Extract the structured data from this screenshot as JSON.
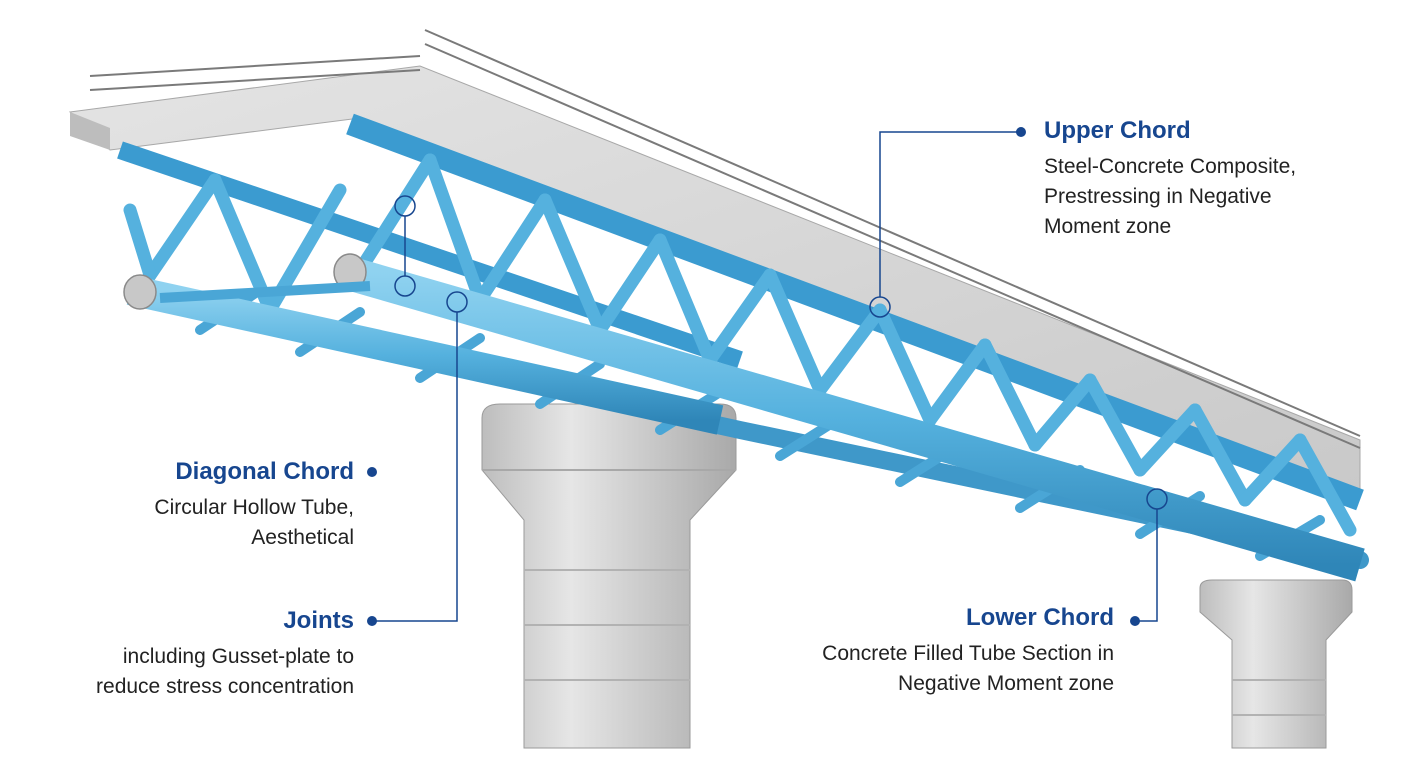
{
  "colors": {
    "accent": "#17468f",
    "steel": "#5ab6e0",
    "steel_dark": "#2e8fc2",
    "concrete": "#d6d6d6"
  },
  "callouts": {
    "upper_chord": {
      "title": "Upper Chord",
      "desc": [
        "Steel-Concrete Composite,",
        "Prestressing in Negative",
        "Moment zone"
      ]
    },
    "diagonal_chord": {
      "title": "Diagonal Chord",
      "desc": [
        "Circular Hollow Tube,",
        "Aesthetical"
      ]
    },
    "joints": {
      "title": "Joints",
      "desc": [
        "including Gusset-plate to",
        "reduce stress concentration"
      ]
    },
    "lower_chord": {
      "title": "Lower Chord",
      "desc": [
        "Concrete Filled Tube Section in",
        "Negative Moment zone"
      ]
    }
  }
}
